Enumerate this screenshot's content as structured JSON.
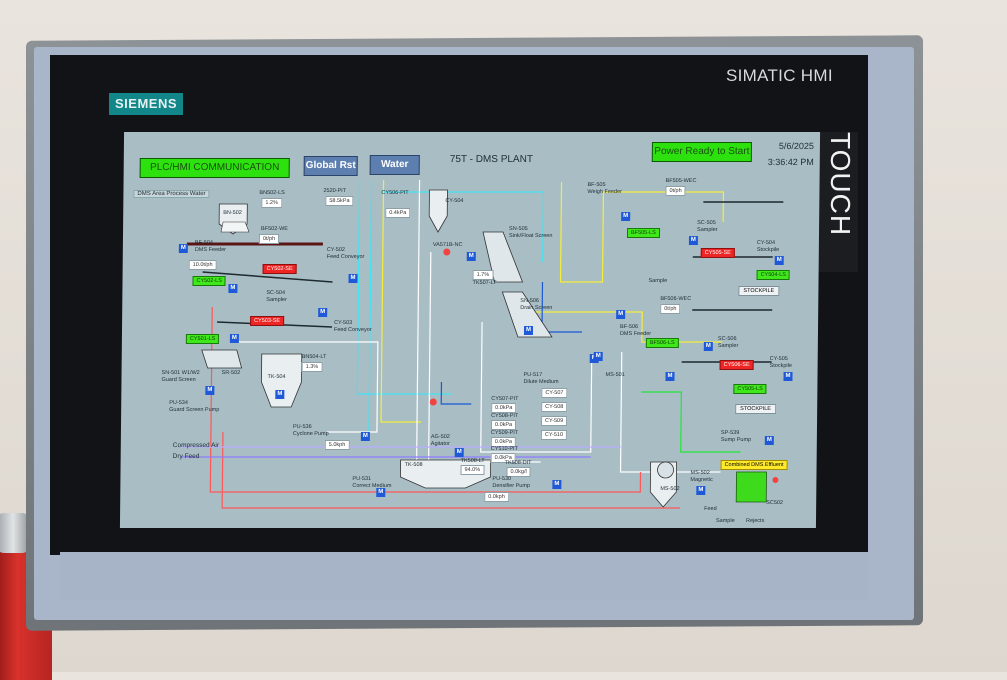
{
  "bezel": {
    "brand_logo": "SIEMENS",
    "model": "SIMATIC HMI",
    "touch_label": "TOUCH"
  },
  "header": {
    "comm_status": "PLC/HMI COMMUNICATION",
    "global_reset": "Global Rst",
    "water": "Water",
    "title": "75T - DMS PLANT",
    "power_status": "Power Ready to Start",
    "date": "5/6/2025",
    "time": "3:36:42 PM"
  },
  "left": {
    "area_label": "DMS Area Process Water",
    "bn_lt": "BN502-LS",
    "bn_lt_val": "1.2%",
    "bin": "BN-502",
    "flow_pit": "2520-PIT",
    "flow_val": "58.5kPa",
    "bf504": "BF-504",
    "bf504_sub": "DMS Feeder",
    "bf504_val": "10.0t/ph",
    "bf502": "BF502-WE",
    "bf502_val": "0t/ph",
    "cy502": "CY-502",
    "cy502_sub": "Feed Conveyor",
    "cy502_sw": "CY502-LS",
    "cy502_st": "CY502-SE",
    "sc504": "SC-504",
    "sc504_sub": "Sampler",
    "cy503": "CY-503",
    "cy503_sub": "Feed Conveyor",
    "cy503_st": "CY503-SE",
    "cy501": "CY501-LS",
    "sn501": "SN-501 W1/W2",
    "sn501_sub": "Guard Screen",
    "gs_502": "SR-502",
    "pu534": "PU-534",
    "pu534_sub": "Guard Screen Pump",
    "bf504_lt": "BN504-LT",
    "bf504_lt_val": "1.3%",
    "tk504": "TK-504",
    "pu536": "PU-536",
    "pu536_sub": "Cyclone Pump",
    "pu536_val": "5.0kph",
    "compressed_air": "Compressed Air",
    "dry_feed": "Dry Feed"
  },
  "center": {
    "cy506": "CY506-PIT",
    "cy506_val": "0.4kPa",
    "cy504": "CY-504",
    "va": "VA571B-NC",
    "sn505": "SN-505",
    "sn505_sub": "Sink/Float Screen",
    "lt_val": "1.7%",
    "tk507": "TK507-LT",
    "sn506": "SN-506",
    "sn506_sub": "Drain Screen",
    "pu517": "PU-517",
    "pu517_sub": "Dilute Medium",
    "mag_sep": "MS-501",
    "cy507": "CY507-PIT",
    "cy507_val": "0.0kPa",
    "cy508": "CY508-PIT",
    "cy508_val": "0.0kPa",
    "cy509": "CY509-PIT",
    "cy509_val": "0.0kPa",
    "cy510": "CY510-PIT",
    "cy510_val": "0.0kPa",
    "cyl_507": "CY-507",
    "cyl_508": "CY-508",
    "cyl_509": "CY-509",
    "cyl_510": "CY-510",
    "ag502": "AG-502",
    "ag502_sub": "Agitator",
    "tk508": "TK-508",
    "tk508_lt": "TK508-LT",
    "tk508_lt_val": "94.0%",
    "tk508_dit": "TK508-DIT",
    "tk508_dit_val": "0.0kg/l",
    "pu531": "PU-531",
    "pu531_sub": "Correct Medium",
    "pu530": "PU-530",
    "pu530_sub": "Densifier Pump",
    "pu530_val": "0.0kph"
  },
  "right": {
    "bf505": "BF-505",
    "bf505_sub": "Weigh Feeder",
    "bf505_we": "BF505-WEC",
    "bf505_val": "0t/ph",
    "bf505_ls": "BF505-LS",
    "sc505": "SC-505",
    "sc505_sub": "Sampler",
    "cy505_st": "CY505-SE",
    "cy504": "CY-504",
    "cy504_sub": "Stockpile",
    "cy504_ls": "CY504-LS",
    "stockpile1": "STOCKPILE",
    "sample": "Sample",
    "bf506_we": "BF506-WEC",
    "bf506_val": "0t/ph",
    "bf506": "BF-506",
    "bf506_sub": "DMS Feeder",
    "bf506_ls": "BF506-LS",
    "sc506": "SC-506",
    "sc506_sub": "Sampler",
    "cy505": "CY-505",
    "cy505_sub": "Stockpile",
    "cy506_se": "CY506-SE",
    "cy505_ls": "CY505-LS",
    "stockpile2": "STOCKPILE",
    "sp539": "SP-539",
    "sp539_sub": "Sump Pump",
    "ms502": "MS-502",
    "ms502_sub": "Magnetic",
    "ms502b": "MS-502",
    "combined": "Combined DMS Effluent",
    "feed": "Feed",
    "sample2": "Sample",
    "rejects": "Rejects",
    "sc502": "SC502"
  }
}
